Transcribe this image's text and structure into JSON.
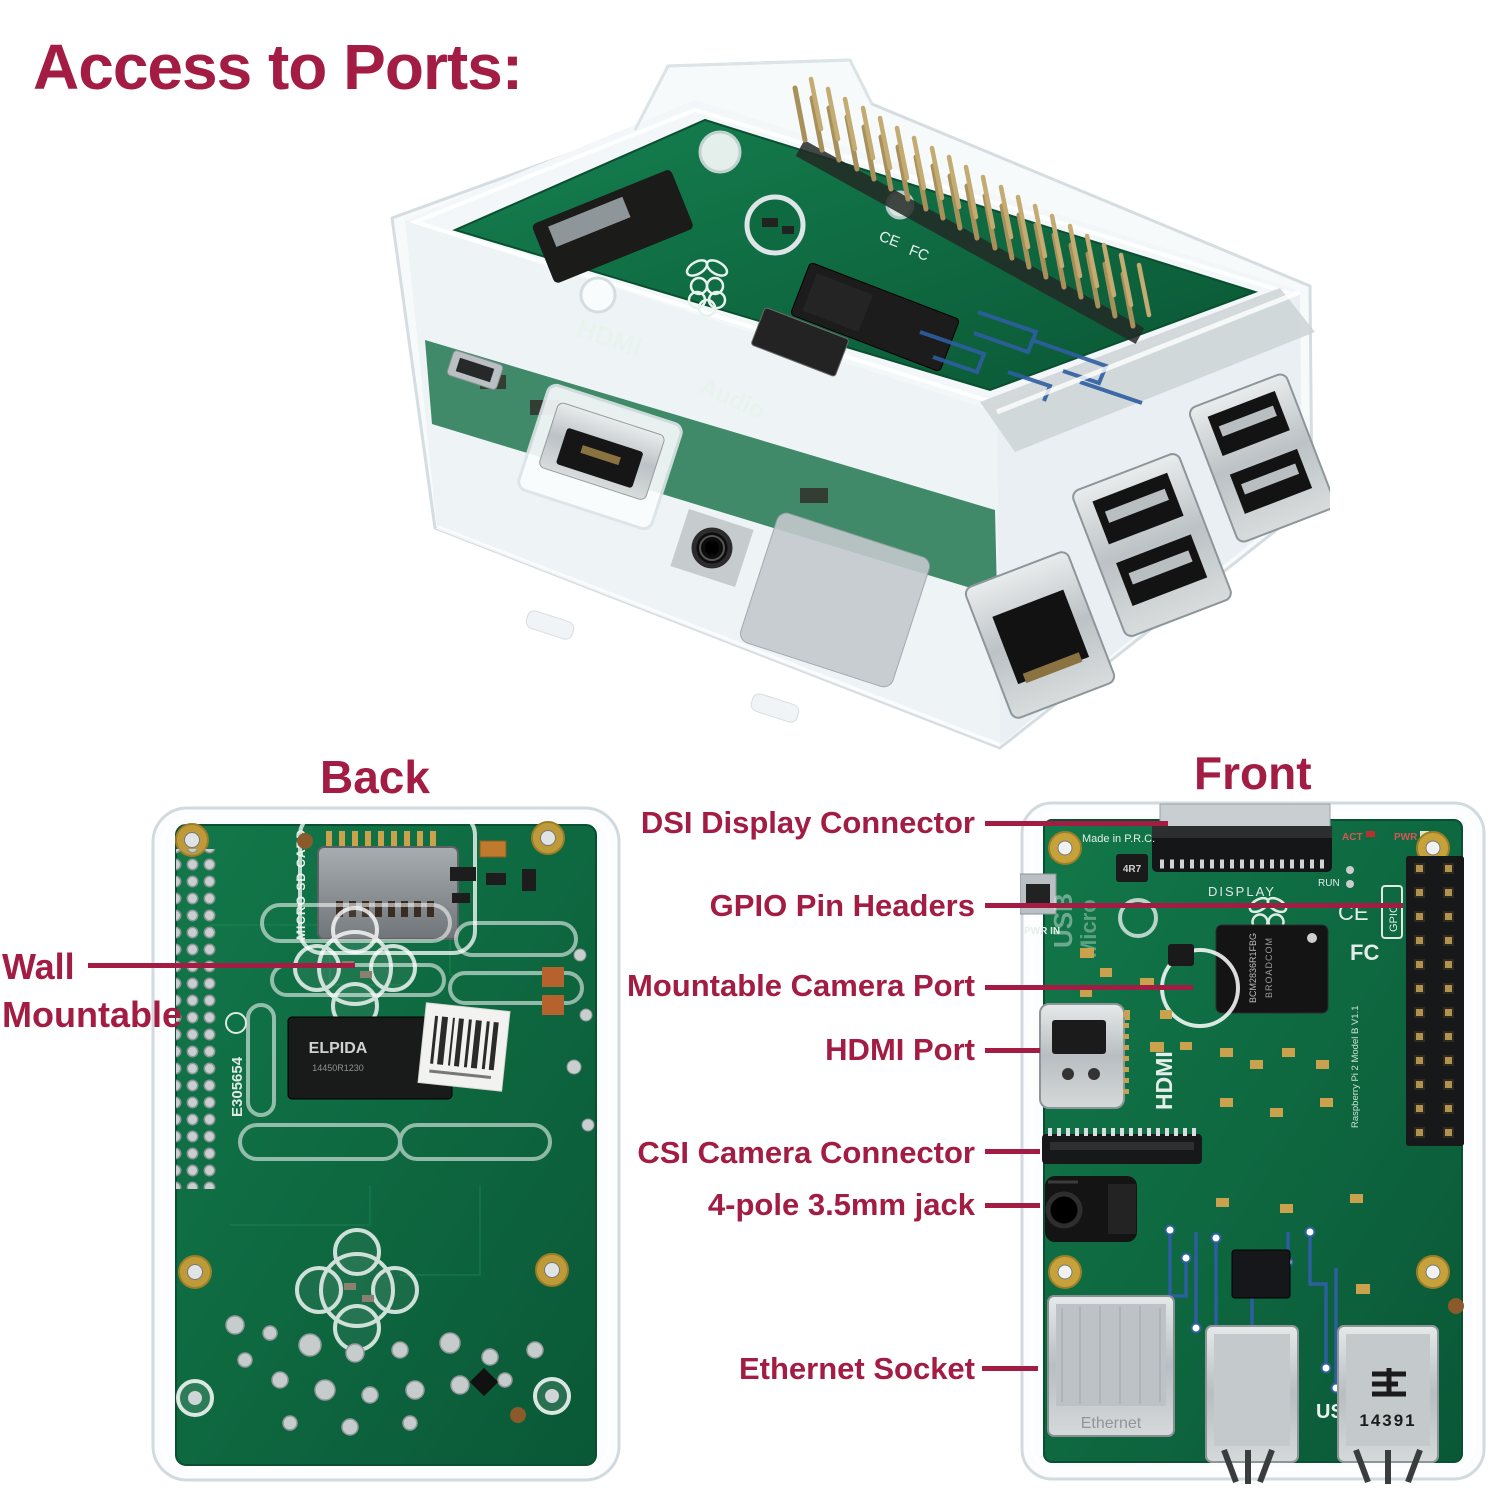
{
  "title": "Access to Ports:",
  "headings": {
    "back": "Back",
    "front": "Front"
  },
  "wall_label": {
    "line1": "Wall",
    "line2": "Mountable"
  },
  "callouts": [
    {
      "text": "DSI Display Connector"
    },
    {
      "text": "GPIO Pin Headers"
    },
    {
      "text": "Mountable Camera Port"
    },
    {
      "text": "HDMI Port"
    },
    {
      "text": "CSI Camera Connector"
    },
    {
      "text": "4-pole 3.5mm jack"
    },
    {
      "text": "Ethernet Socket"
    }
  ],
  "colors": {
    "accent": "#A31C43",
    "pcb": "#0E6B41"
  },
  "top_photo": {
    "hdmi_silk": "HDMI",
    "audio_silk": "Audio"
  },
  "back_photo": {
    "micro_sd": "MICRO SD CARD",
    "chip": "ELPIDA",
    "chip_sub": "14450R1230",
    "board_id": "E305654"
  },
  "front_photo": {
    "made_in": "Made in P.R.C.",
    "display": "DISPLAY",
    "act": "ACT",
    "pwr": "PWR",
    "run": "RUN",
    "ce": "CE",
    "fc": "FC",
    "gpio": "GPIO",
    "chip_line1": "BCM2836R1FBG",
    "chip_line2": "BROADCOM",
    "model": "Raspberry Pi 2 Model B V1.1",
    "pwr_in": "PWR IN",
    "micro": "Micro",
    "usb_vert": "USB",
    "hdmi": "HDMI",
    "r1": "4R7",
    "ethernet": "Ethernet",
    "usb": "USB",
    "usb_stamp": "14391"
  }
}
